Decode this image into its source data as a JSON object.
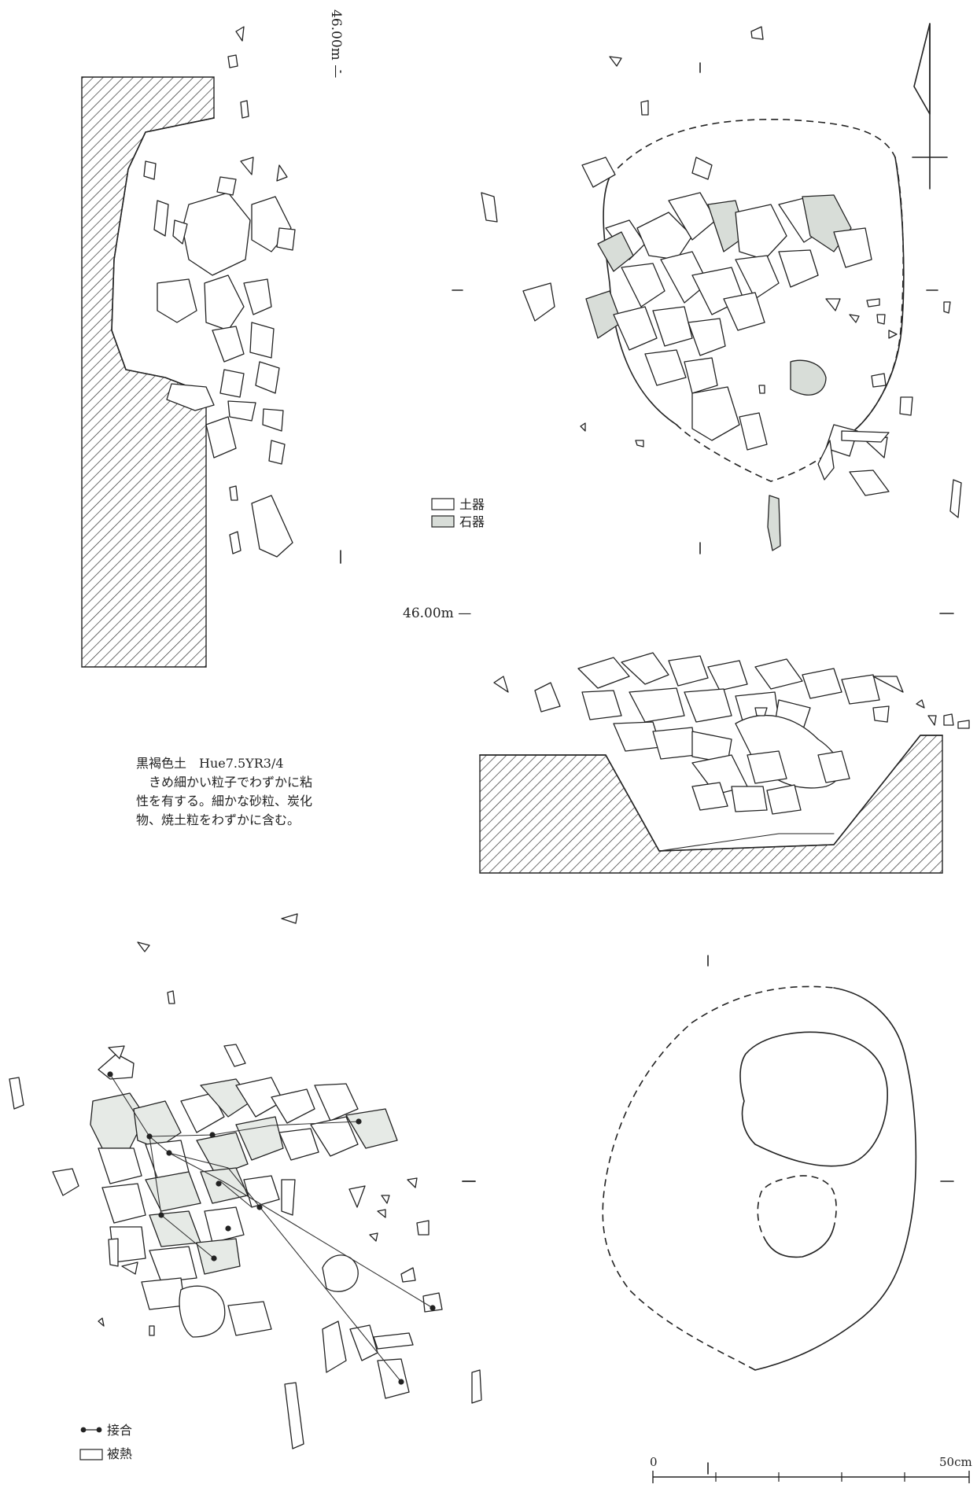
{
  "levels": {
    "top_left": "46.00m —",
    "middle": "46.00m —"
  },
  "legend_top": {
    "pottery": "土器",
    "stone_tool": "石器"
  },
  "soil": {
    "line1": "黒褐色土　Hue7.5YR3/4",
    "line2": "　きめ細かい粒子でわずかに粘",
    "line3": "性を有する。細かな砂粒、炭化",
    "line4": "物、焼土粒をわずかに含む。"
  },
  "legend_bottom": {
    "refit": "接合",
    "heated": "被熱"
  },
  "scale": {
    "start": "0",
    "end": "50cm"
  },
  "colors": {
    "line": "#222222",
    "stone_fill": "#d8ddd8",
    "heated_fill": "#e6eae6",
    "hatch": "#222222"
  }
}
